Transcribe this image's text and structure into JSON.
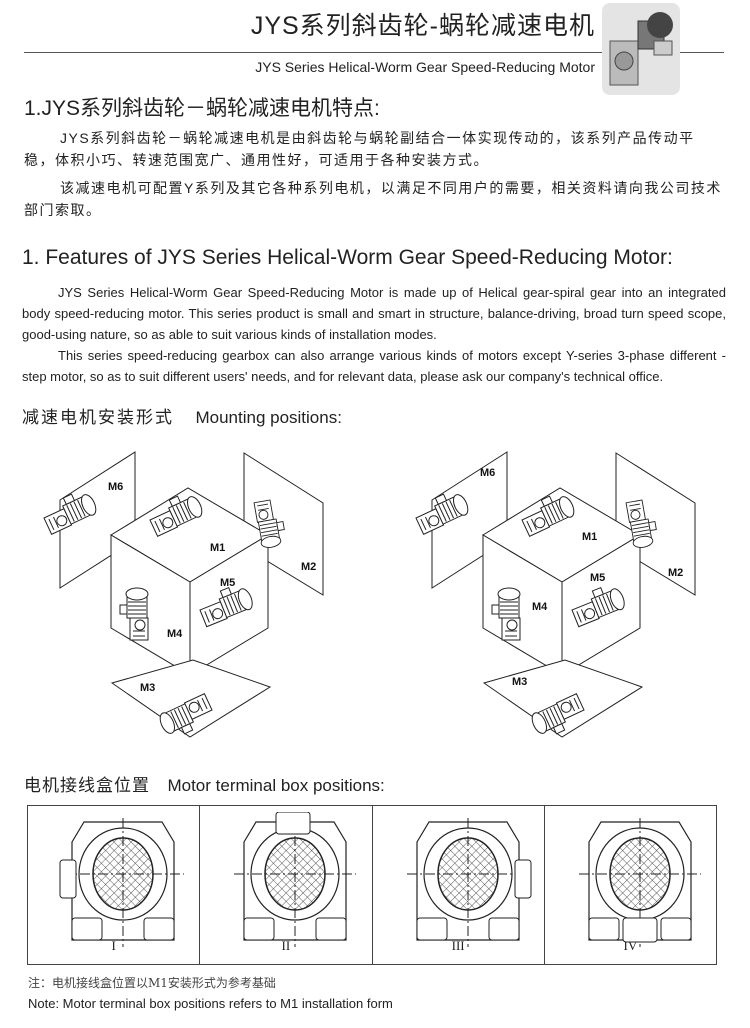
{
  "header": {
    "title_cn": "JYS系列斜齿轮-蜗轮减速电机",
    "title_en": "JYS Series Helical-Worm Gear Speed-Reducing Motor"
  },
  "section_cn": {
    "heading": "1.JYS系列斜齿轮－蜗轮减速电机特点:",
    "paragraphs": [
      "JYS系列斜齿轮－蜗轮减速电机是由斜齿轮与蜗轮副结合一体实现传动的，该系列产品传动平稳，体积小巧、转速范围宽广、通用性好，可适用于各种安装方式。",
      "该减速电机可配置Y系列及其它各种系列电机，以满足不同用户的需要，相关资料请向我公司技术部门索取。"
    ]
  },
  "section_en": {
    "heading": "1. Features of JYS Series Helical-Worm Gear Speed-Reducing Motor:",
    "paragraphs": [
      "JYS Series Helical-Worm Gear Speed-Reducing Motor is made up of Helical gear-spiral gear into an integrated body speed-reducing motor. This series product is small and smart in structure, balance-driving, broad turn speed scope, good-using nature, so as able to suit various kinds of installation modes.",
      "This series speed-reducing gearbox can also arrange various kinds of motors except Y-series 3-phase different -step motor, so as to suit different users' needs, and for relevant data, please ask our company's technical office."
    ]
  },
  "mounting": {
    "heading_cn": "减速电机安装形式",
    "heading_en": "Mounting positions:",
    "labels": [
      "M1",
      "M2",
      "M3",
      "M4",
      "M5",
      "M6"
    ]
  },
  "terminal": {
    "heading_cn": "电机接线盒位置",
    "heading_en": "Motor terminal box positions:",
    "positions": [
      "I",
      "II",
      "III",
      "IV"
    ],
    "note_cn": "注：电机接线盒位置以M1安装形式为参考基础",
    "note_en": "Note: Motor terminal box positions refers to M1 installation form"
  }
}
